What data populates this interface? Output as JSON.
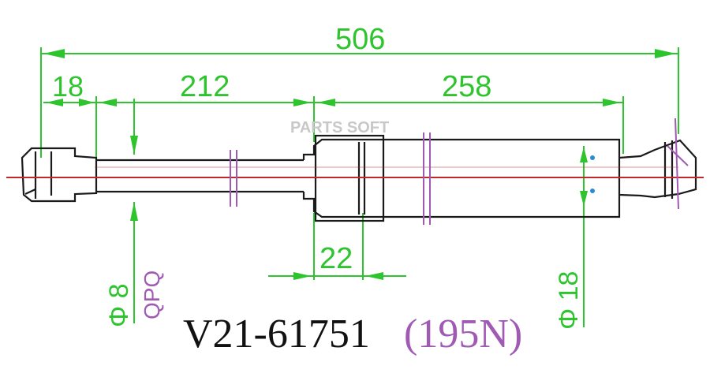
{
  "dimensions": {
    "overall": "506",
    "end_fitting": "18",
    "rod_length": "212",
    "body_length": "258",
    "piston": "22",
    "rod_diameter": "Φ 8",
    "body_diameter": "Φ 18",
    "rod_finish": "QPQ"
  },
  "watermark": "PARTS SOFT",
  "part_number": "V21-61751",
  "force": "(195N)",
  "colors": {
    "dimension": "#2ec42e",
    "outline": "#1a1a1a",
    "centerline": "#c0282a",
    "accent": "#a05ab4"
  }
}
